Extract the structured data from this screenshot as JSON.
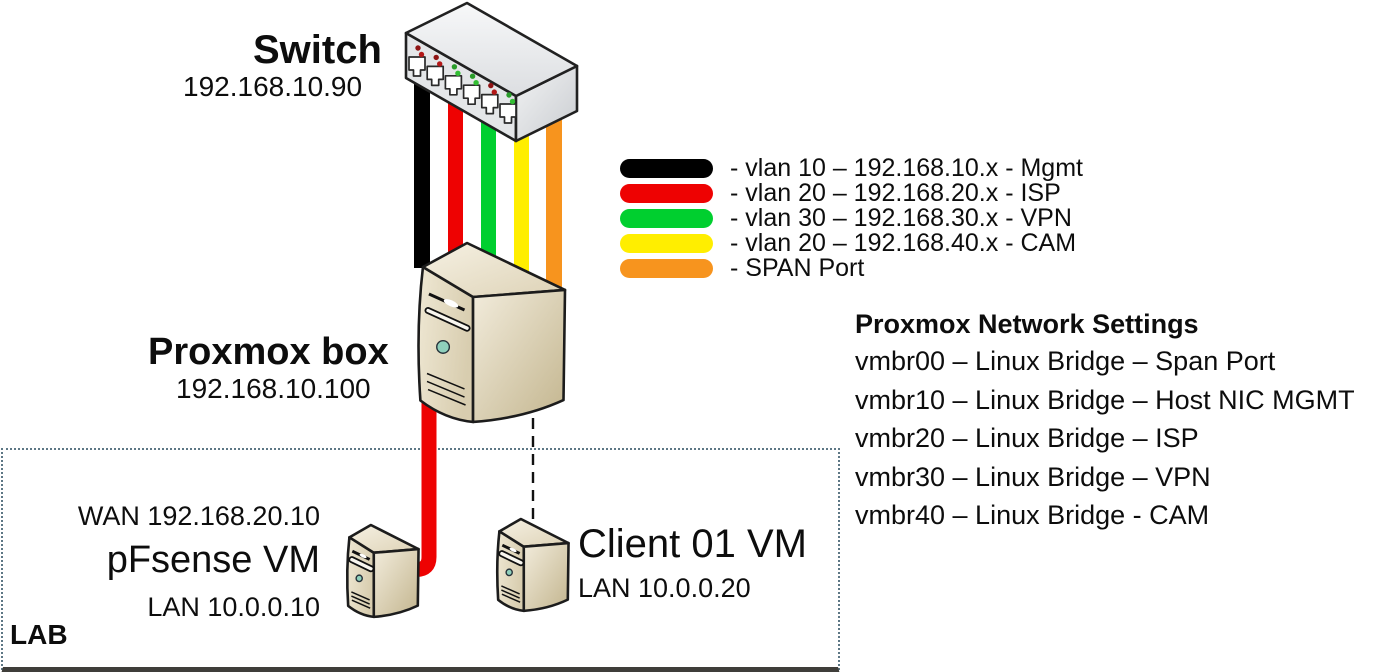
{
  "nodes": {
    "switch": {
      "name": "Switch",
      "ip": "192.168.10.90"
    },
    "proxmox": {
      "name": "Proxmox box",
      "ip": "192.168.10.100"
    },
    "pfsense": {
      "name": "pFsense VM",
      "wan": "WAN 192.168.20.10",
      "lan": "LAN 10.0.0.10"
    },
    "client": {
      "name": "Client 01 VM",
      "lan": "LAN 10.0.0.20"
    }
  },
  "lab": {
    "label": "LAB"
  },
  "legend": {
    "items": [
      {
        "color": "#000000",
        "label": "- vlan 10 – 192.168.10.x - Mgmt"
      },
      {
        "color": "#ee0202",
        "label": "- vlan 20 – 192.168.20.x - ISP"
      },
      {
        "color": "#00cf2f",
        "label": "- vlan 30 – 192.168.30.x - VPN"
      },
      {
        "color": "#ffee00",
        "label": "- vlan 20 – 192.168.40.x - CAM"
      },
      {
        "color": "#f7941e",
        "label": "- SPAN Port"
      }
    ]
  },
  "settings": {
    "title": "Proxmox Network Settings",
    "items": [
      "vmbr00 – Linux Bridge – Span Port",
      "vmbr10 – Linux Bridge – Host NIC MGMT",
      "vmbr20 – Linux Bridge – ISP",
      "vmbr30 – Linux Bridge – VPN",
      "vmbr40 – Linux Bridge - CAM"
    ]
  }
}
